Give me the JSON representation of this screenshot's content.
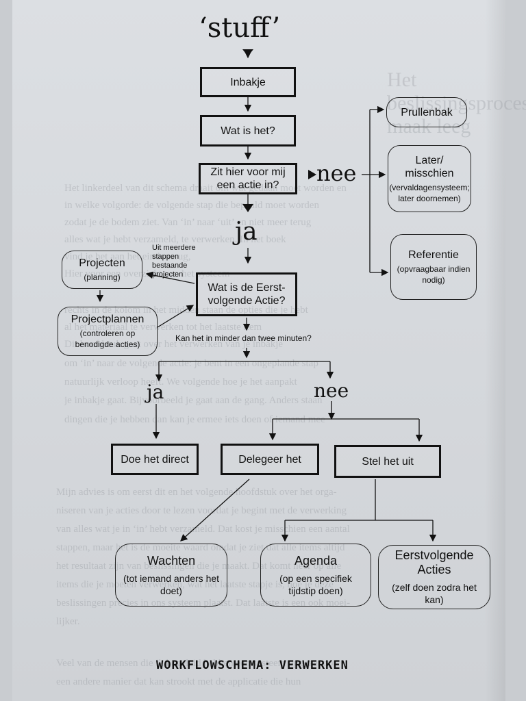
{
  "title": "‘stuff’",
  "background_text": {
    "heading": "Het beslissingsproces: maak leeg",
    "paragraph_lines": [
      "Het linkerdeel van dit schema draait om wat gedaan moet worden en",
      "in welke volgorde: de volgende stap die bepaald moet worden",
      "zodat je de bodem ziet. Van ‘in’ naar ‘uit’ en niet meer terug",
      "alles wat je hebt verzameld, te verwerken. In het boek",
      "vind je het aan het einde terug,",
      "Hier voor een overzicht van het systeem",
      "rechts in de kolom in het midden staan de opties die je hebt",
      "al het materiaal te verwerken tot het laatste item",
      "Dit hoofdstuk gaat over het verwerken van je inbakje",
      "om ‘in’ naar de volgende actie: je bent in een ongeplande stap",
      "natuurlijk verloop heeft. We volgende hoe je het aanpakt",
      "je inbakje gaat. Bijvoorbeeld je gaat aan de gang. Anders staan",
      "dingen die je hebben dan kan je ermee iets doen of iemand mee"
    ],
    "lower_lines": [
      "Mijn advies is om eerst dit en het volgende hoofdstuk over het orga-",
      "niseren van je acties door te lezen voordat je begint met de verwerking",
      "van alles wat je in ‘in’ hebt verzameld. Dat kost je misschien een aantal",
      "stappen, maar het is de moeite waard omdat je ziet dat alle items altijd",
      "het resultaat zijn van beslissingen die je maakt. Dat komt neer op alle",
      "items die je moeten verwerken, wat het laatste stapje is, hoe je deze",
      "beslissingen precies in ons systeem plaatst. Dat laatste is een ook moei-",
      "lijker.",
      "Veel van de mensen die ik begeleid hebben een systeem opgezet op",
      "een andere manier dat kan strookt met de applicatie die hun"
    ]
  },
  "flow": {
    "inbakje": "Inbakje",
    "wat_is_het": "Wat is het?",
    "actie_vraag": "Zit hier voor mij een actie in?",
    "nee_label_1": "nee",
    "ja_label_1": "ja",
    "prullenbak": "Prullenbak",
    "later_title": "Later/ misschien",
    "later_sub": "(vervaldagensysteem; later doornemen)",
    "referentie_title": "Referentie",
    "referentie_sub": "(opvraagbaar indien nodig)",
    "projecten_title": "Projecten",
    "projecten_sub": "(planning)",
    "projectplannen_title": "Projectplannen",
    "projectplannen_sub": "(controleren op benodigde acties)",
    "meerdere_stappen_note": "Uit meerdere stappen bestaande projecten",
    "volgende_actie": "Wat is de Eerst- volgende Actie?",
    "twee_minuten_vraag": "Kan het in minder dan twee minuten?",
    "ja_label_2": "ja",
    "nee_label_2": "nee",
    "doe_direct": "Doe het direct",
    "delegeer": "Delegeer het",
    "stel_uit": "Stel het uit",
    "wachten_title": "Wachten",
    "wachten_sub": "(tot iemand anders het doet)",
    "agenda_title": "Agenda",
    "agenda_sub": "(op een specifiek tijdstip doen)",
    "eerstvolgende_title": "Eerstvolgende Acties",
    "eerstvolgende_sub": "(zelf doen zodra het kan)"
  },
  "caption": "WORKFLOWSCHEMA: VERWERKEN",
  "colors": {
    "ink": "#111111",
    "paper": "#d8dbdf"
  }
}
